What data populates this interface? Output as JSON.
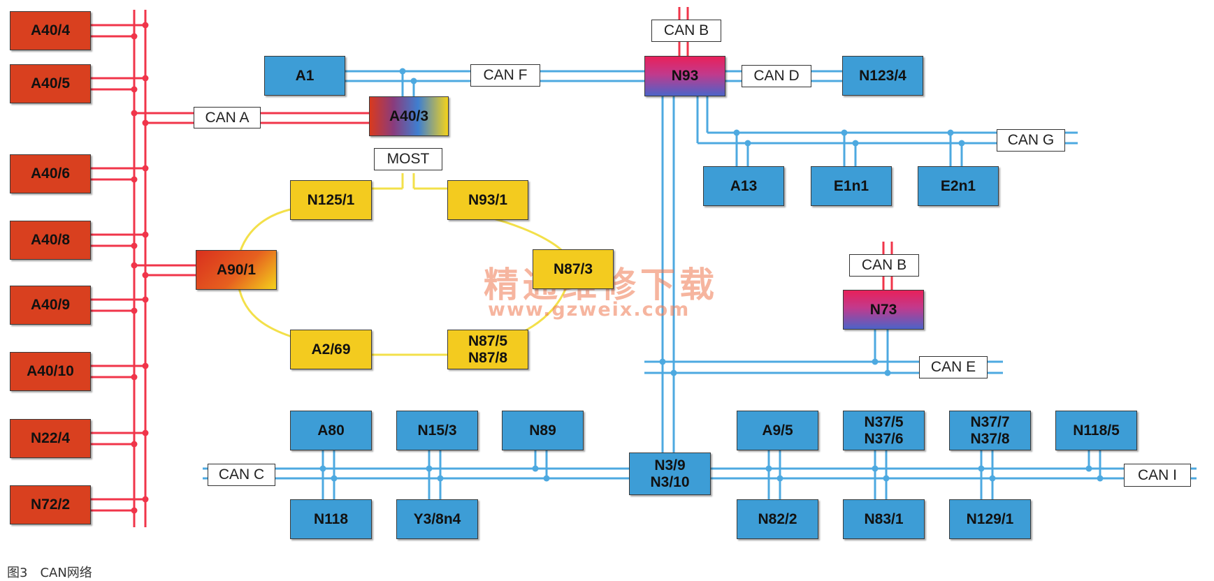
{
  "nodes": {
    "a40_4": "A40/4",
    "a40_5": "A40/5",
    "a40_6": "A40/6",
    "a40_8": "A40/8",
    "a40_9": "A40/9",
    "a40_10": "A40/10",
    "n22_4": "N22/4",
    "n72_2": "N72/2",
    "a1": "A1",
    "a40_3": "A40/3",
    "n93": "N93",
    "n123_4": "N123/4",
    "a13": "A13",
    "e1n1": "E1n1",
    "e2n1": "E2n1",
    "n125_1": "N125/1",
    "n93_1": "N93/1",
    "n87_3": "N87/3",
    "a90_1": "A90/1",
    "a2_69": "A2/69",
    "n87_5_8": "N87/5\nN87/8",
    "n73": "N73",
    "a80": "A80",
    "n15_3": "N15/3",
    "n89": "N89",
    "n3_9_10": "N3/9\nN3/10",
    "a9_5": "A9/5",
    "n37_5_6": "N37/5\nN37/6",
    "n37_7_8": "N37/7\nN37/8",
    "n118_5": "N118/5",
    "n118": "N118",
    "y3_8n4": "Y3/8n4",
    "n82_2": "N82/2",
    "n83_1": "N83/1",
    "n129_1": "N129/1"
  },
  "buses": {
    "can_a": "CAN A",
    "can_b_top": "CAN B",
    "can_b_mid": "CAN B",
    "can_c": "CAN C",
    "can_d": "CAN D",
    "can_e": "CAN E",
    "can_f": "CAN F",
    "can_g": "CAN G",
    "can_i": "CAN I",
    "most": "MOST"
  },
  "watermark": {
    "line1": "精通维修下载",
    "line2": "www.gzweix.com"
  },
  "caption": "图3　CAN网络",
  "colors": {
    "can_a_line": "#f0354a",
    "can_line": "#4da9e0",
    "most_ring": "#f3e04a"
  }
}
